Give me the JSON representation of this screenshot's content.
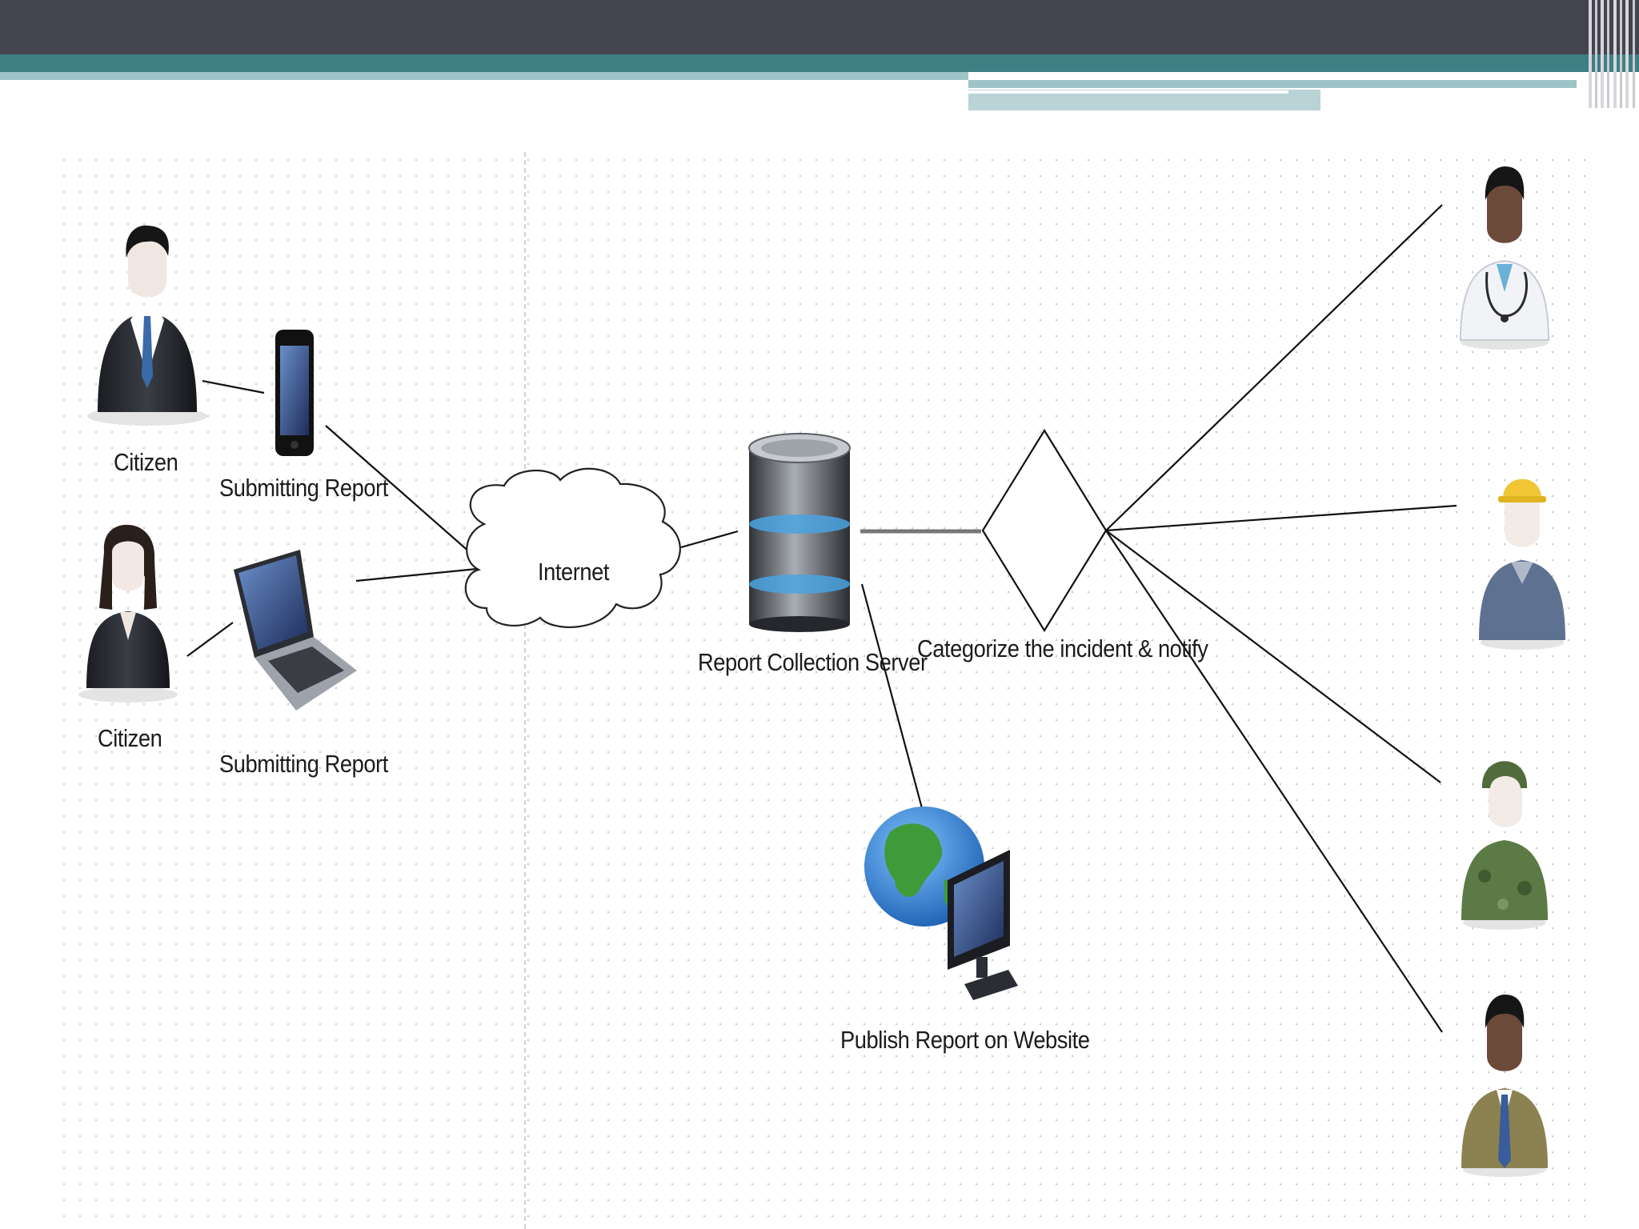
{
  "slide": {
    "header_colors": {
      "dark": "#44444f",
      "teal": "#3e7f84",
      "light": "#9fc4c8"
    }
  },
  "diagram": {
    "actors": [
      {
        "id": "citizen-male",
        "label": "Citizen"
      },
      {
        "id": "citizen-female",
        "label": "Citizen"
      }
    ],
    "devices": [
      {
        "id": "phone",
        "icon": "smartphone-icon",
        "label": "Submitting Report"
      },
      {
        "id": "laptop",
        "icon": "laptop-icon",
        "label": "Submitting Report"
      }
    ],
    "network": {
      "icon": "cloud-icon",
      "label": "Internet"
    },
    "server": {
      "icon": "database-server-icon",
      "label": "Report Collection Server"
    },
    "decision": {
      "icon": "diamond-decision-icon",
      "label": "Categorize the incident & notify"
    },
    "website": {
      "icon": "globe-monitor-icon",
      "label": "Publish Report on Website"
    },
    "responders": [
      {
        "id": "doctor",
        "icon": "doctor-icon"
      },
      {
        "id": "worker",
        "icon": "worker-hardhat-icon"
      },
      {
        "id": "soldier",
        "icon": "soldier-icon"
      },
      {
        "id": "official",
        "icon": "official-icon"
      }
    ],
    "colors": {
      "line": "#111111",
      "server_blue": "#4aa3e0",
      "globe_blue": "#2f7fd1",
      "globe_green": "#3e9b3a"
    }
  }
}
